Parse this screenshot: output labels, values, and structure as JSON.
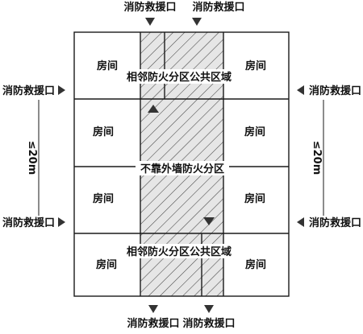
{
  "rescue_opening_label": "消防救援口",
  "room_label": "房间",
  "adjacent_public_area_label": "相邻防火分区公共区域",
  "non_exterior_wall_zone_label": "不靠外墙防火分区",
  "distance_label": "≤20m",
  "colors": {
    "line": "#1a1a1a",
    "hatch_fill": "#e6e6e6",
    "marker": "#333333"
  }
}
